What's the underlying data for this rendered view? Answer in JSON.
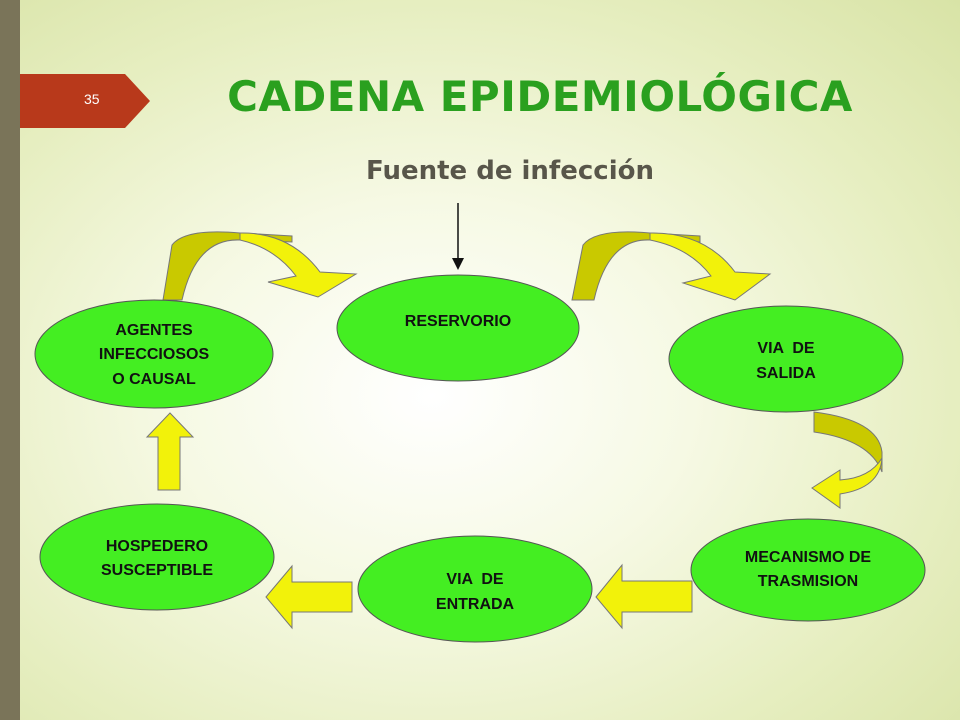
{
  "slide": {
    "number": "35",
    "title": "CADENA EPIDEMIOLÓGICA",
    "subtitle": "Fuente de infección"
  },
  "nodes": {
    "agentes": [
      "AGENTES",
      "INFECCIOSOS",
      "O CAUSAL"
    ],
    "reservorio": [
      "RESERVORIO"
    ],
    "via_salida": [
      "VIA  DE",
      "SALIDA"
    ],
    "mecanismo": [
      "MECANISMO DE",
      "TRASMISION"
    ],
    "via_entrada": [
      "VIA  DE",
      "ENTRADA"
    ],
    "hospedero": [
      "HOSPEDERO",
      "SUSCEPTIBLE"
    ]
  },
  "colors": {
    "node_fill": "#44ee22",
    "arrow_fill": "#f2f20a",
    "arrow_shade": "#c9c900",
    "title": "#2aa01f",
    "slide_number_tab": "#b8391b"
  }
}
